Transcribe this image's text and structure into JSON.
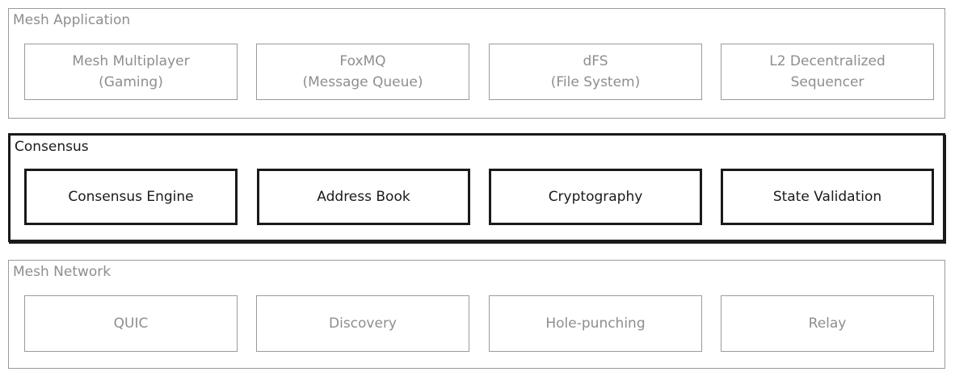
{
  "layers": [
    {
      "title": "Mesh Application",
      "boxes": [
        {
          "line1": "Mesh Multiplayer",
          "line2": "(Gaming)"
        },
        {
          "line1": "FoxMQ",
          "line2": "(Message Queue)"
        },
        {
          "line1": "dFS",
          "line2": "(File System)"
        },
        {
          "line1": "L2 Decentralized",
          "line2": "Sequencer"
        }
      ]
    },
    {
      "title": "Consensus",
      "boxes": [
        {
          "line1": "Consensus Engine"
        },
        {
          "line1": "Address Book"
        },
        {
          "line1": "Cryptography"
        },
        {
          "line1": "State Validation"
        }
      ]
    },
    {
      "title": "Mesh Network",
      "boxes": [
        {
          "line1": "QUIC"
        },
        {
          "line1": "Discovery"
        },
        {
          "line1": "Hole-punching"
        },
        {
          "line1": "Relay"
        }
      ]
    }
  ],
  "colors": {
    "muted": "#8e8e8e",
    "active": "#1a1a1a"
  }
}
